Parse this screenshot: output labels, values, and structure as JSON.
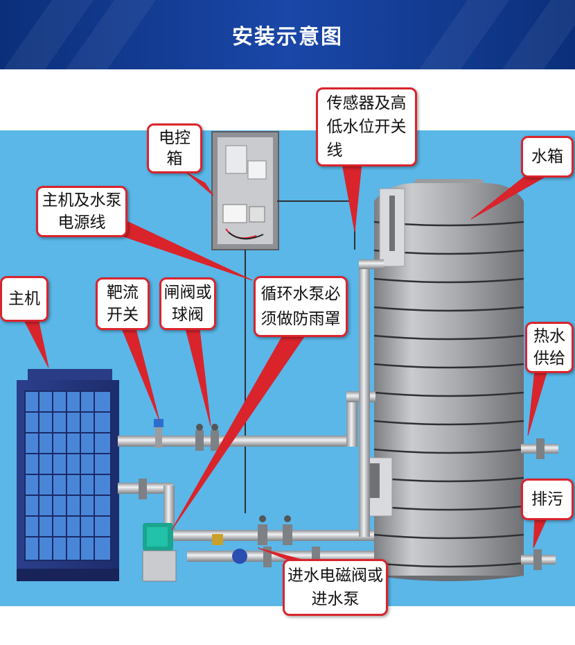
{
  "header": {
    "title": "安装示意图"
  },
  "labels": {
    "control_box": "电控\n箱",
    "sensor_line": "传感器及高\n低水位开关\n线",
    "water_tank": "水箱",
    "power_line": "主机及水泵\n电源线",
    "host": "主机",
    "flow_switch": "靶流\n开关",
    "valve": "闸阀或\n球阀",
    "pump_cover": "循环水泵必\n须做防雨罩",
    "hot_water": "热水\n供给",
    "drain": "排污",
    "inlet_valve": "进水电磁阀或\n进水泵"
  },
  "colors": {
    "header_bg": "#163f99",
    "diagram_bg": "#5ab7e8",
    "callout_border": "#d9242c",
    "pointer": "#d9242c"
  }
}
